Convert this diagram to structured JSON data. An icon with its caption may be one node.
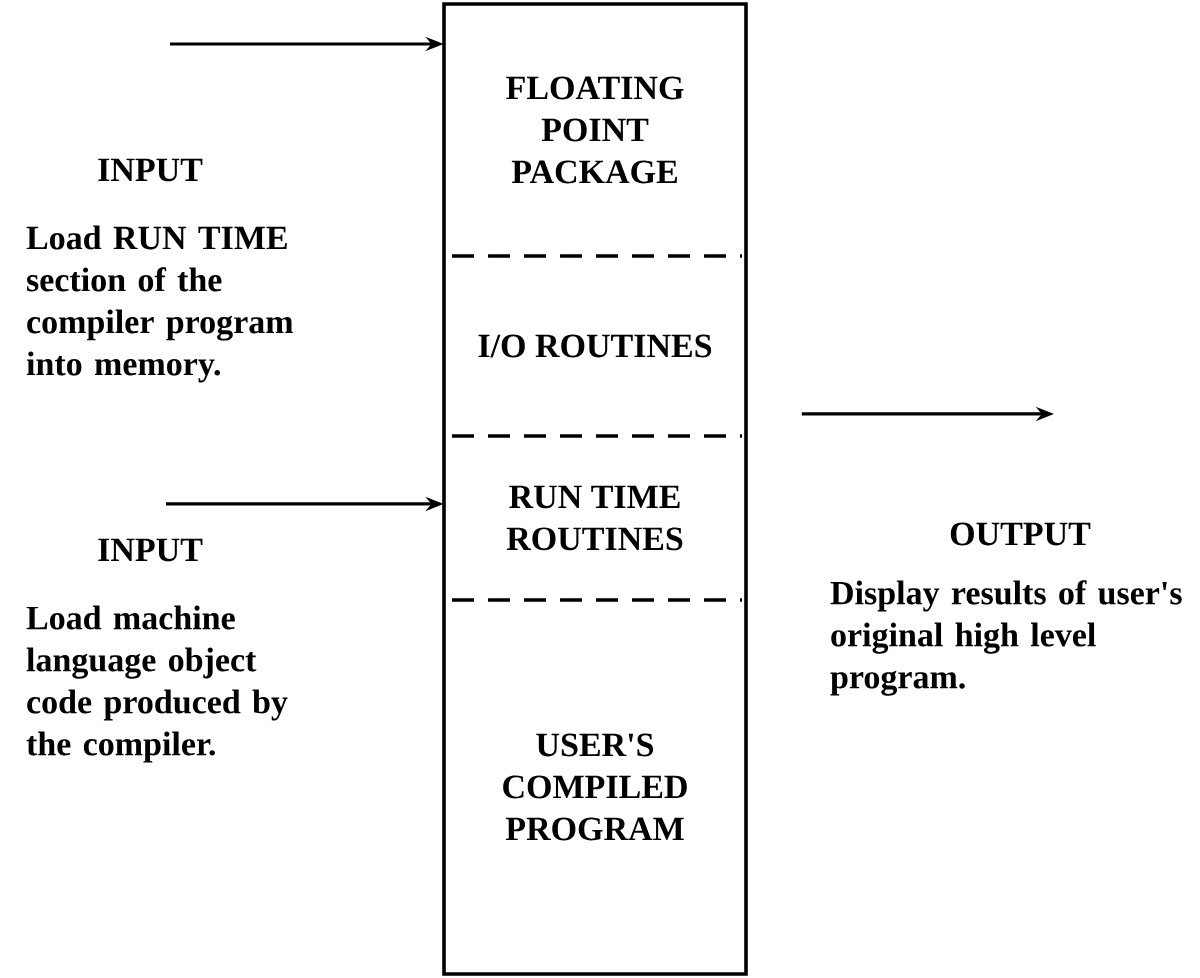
{
  "diagram": {
    "nodes": [
      {
        "text": [],
        "shape": "box"
      },
      {
        "text": [
          "FLOATING POINT PACKAGE"
        ],
        "in": 0
      },
      {
        "text": [
          "I/O ROUTINES"
        ],
        "in": 0
      },
      {
        "text": [
          "RUN TIME ROUTINES"
        ],
        "in": 0
      },
      {
        "text": [
          "USER'S COMPILED PROGRAM"
        ],
        "in": 0
      }
    ],
    "edges": [
      {
        "from": null,
        "to": 1,
        "arrow": "to"
      },
      {
        "from": null,
        "to": 3,
        "arrow": "to"
      },
      {
        "from": 0,
        "to": null,
        "arrow": "to"
      }
    ],
    "labels": [
      "INPUT",
      "Load RUN TIME section of the compiler program into memory.",
      "INPUT",
      "Load machine language object code produced by the compiler.",
      "OUTPUT",
      "Display results of user's original high level program."
    ]
  }
}
